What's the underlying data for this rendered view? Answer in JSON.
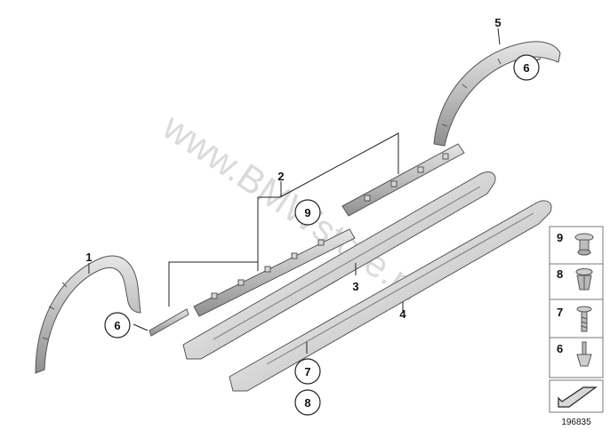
{
  "diagram": {
    "callouts": [
      {
        "id": "1",
        "label": "1"
      },
      {
        "id": "2",
        "label": "2"
      },
      {
        "id": "3",
        "label": "3"
      },
      {
        "id": "4",
        "label": "4"
      },
      {
        "id": "5",
        "label": "5"
      },
      {
        "id": "6a",
        "label": "6"
      },
      {
        "id": "6b",
        "label": "6"
      },
      {
        "id": "7",
        "label": "7"
      },
      {
        "id": "8",
        "label": "8"
      },
      {
        "id": "9",
        "label": "9"
      }
    ],
    "legend": [
      {
        "label": "9",
        "part": "rivet-clip"
      },
      {
        "label": "8",
        "part": "expanding-clip"
      },
      {
        "label": "7",
        "part": "screw-stud"
      },
      {
        "label": "6",
        "part": "clip-stud"
      }
    ],
    "reference_number": "196835",
    "watermark": "www.BMWstore.pl",
    "colors": {
      "part_fill": "#c9c9c9",
      "part_stroke": "#555555",
      "line": "#222222",
      "watermark": "#bdbdbd"
    }
  }
}
